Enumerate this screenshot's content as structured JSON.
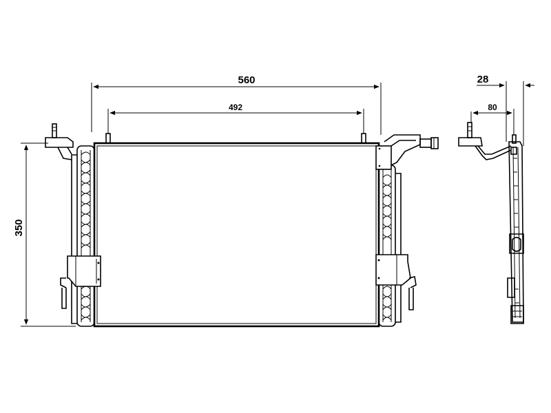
{
  "dimensions": {
    "overall_width": "560",
    "inner_width": "492",
    "height": "350",
    "depth": "28",
    "pipe_offset": "80"
  },
  "colors": {
    "line": "#000000",
    "background": "#ffffff"
  }
}
